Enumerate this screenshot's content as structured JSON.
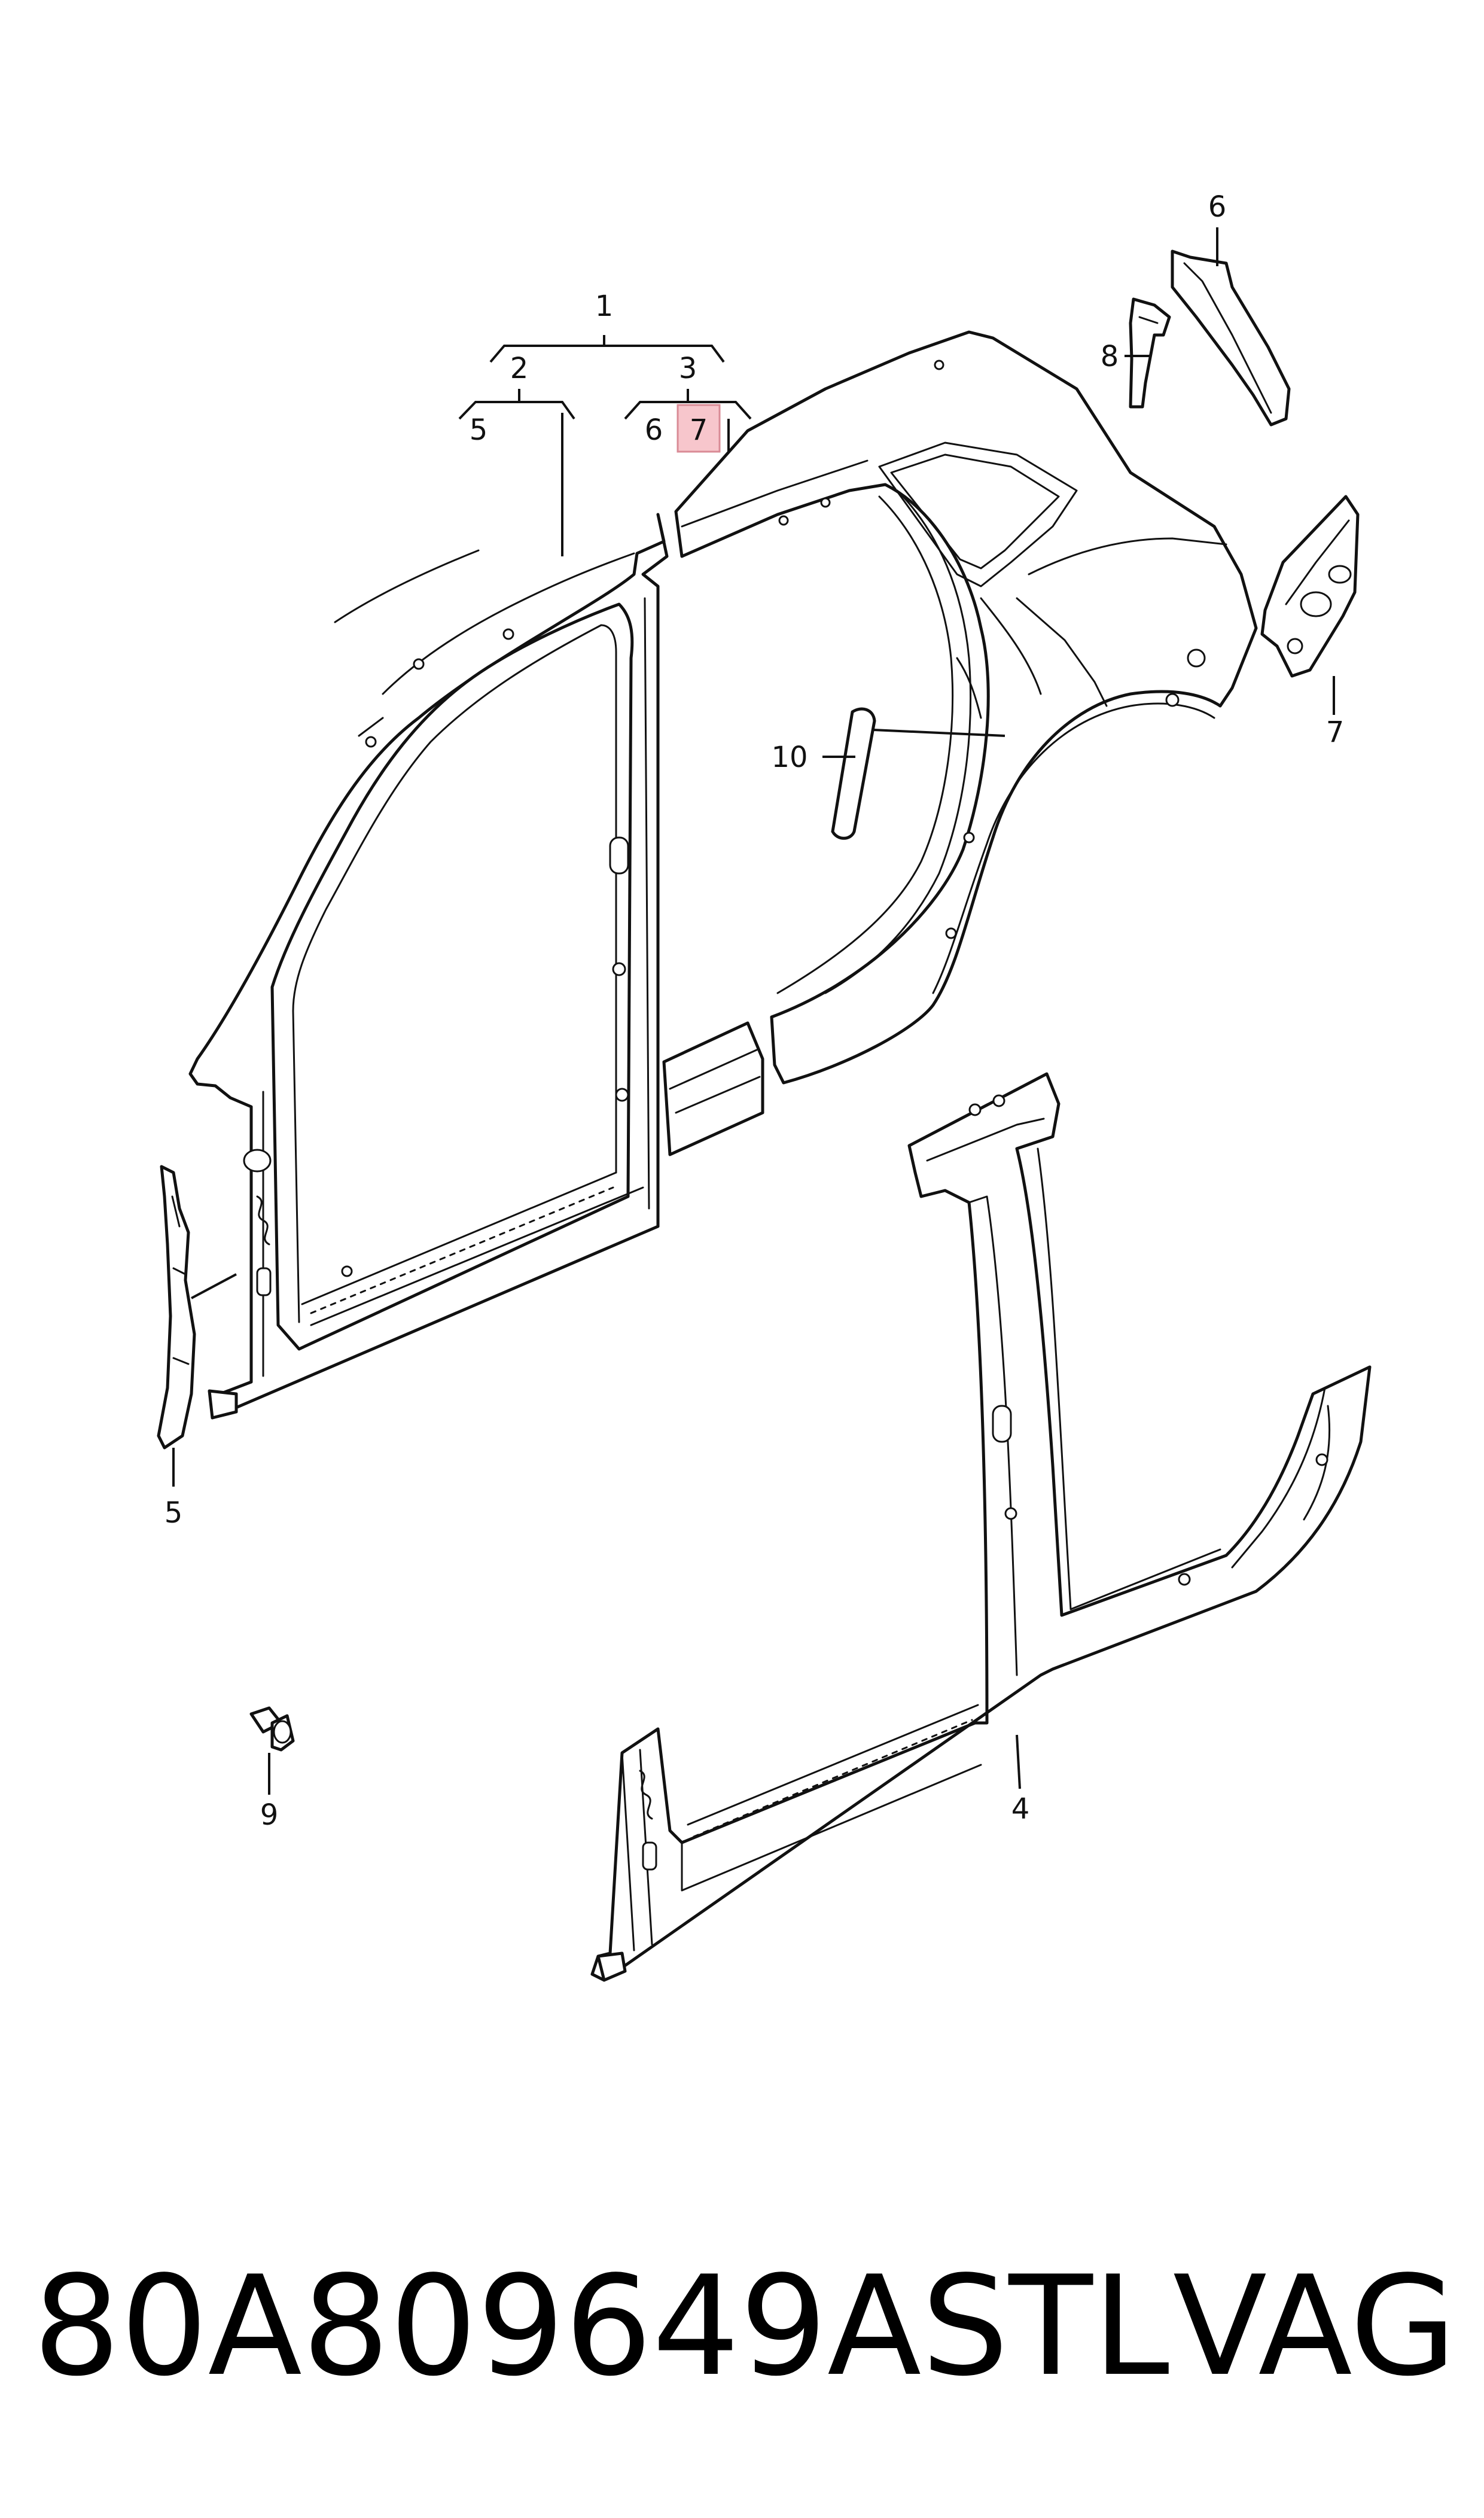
{
  "callouts": {
    "c1": "1",
    "c2": "2",
    "c3": "3",
    "c5_top": "5",
    "c6_top": "6",
    "c7_top": "7",
    "c6": "6",
    "c8": "8",
    "c7": "7",
    "c10": "10",
    "c5": "5",
    "c9": "9",
    "c4": "4"
  },
  "footer": {
    "part_number": "80A809649ASTL",
    "brand": "VAG"
  },
  "colors": {
    "highlight": "#f7c6cc",
    "line": "#111111"
  }
}
